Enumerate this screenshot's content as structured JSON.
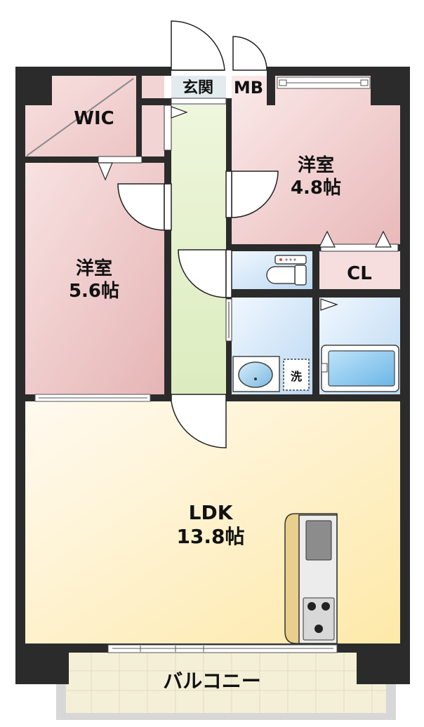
{
  "colors": {
    "wall": "#2b2b2b",
    "bedroom_fill": "#f5d3d3",
    "corridor_fill": "#e6f1cf",
    "wet_fill": "#d6e8f8",
    "ldk_fill": "#fdeec0",
    "balcony_fill": "#f3efd7",
    "counter": "#e7cd8a"
  },
  "rooms": {
    "wic": "WIC",
    "entrance": "玄関",
    "mb": "MB",
    "bed_east_name": "洋室",
    "bed_east_size": "4.8帖",
    "bed_west_name": "洋室",
    "bed_west_size": "5.6帖",
    "cl": "CL",
    "washer": "洗",
    "ldk_name": "LDK",
    "ldk_size": "13.8帖",
    "balcony": "バルコニー"
  }
}
